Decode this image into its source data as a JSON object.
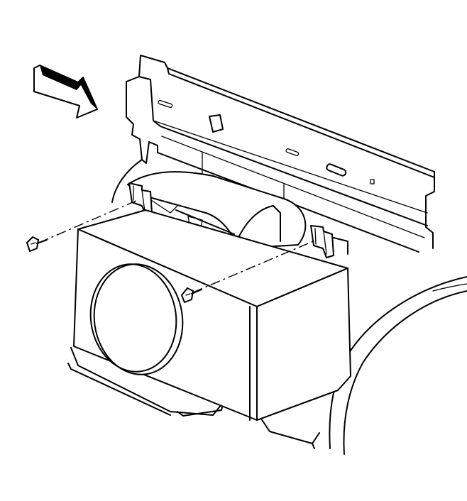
{
  "diagram": {
    "style": "line-art technical illustration",
    "line_color": "#000000",
    "background_color": "#ffffff",
    "components": [
      {
        "name": "view-direction-arrow",
        "icon": "arrow-icon"
      },
      {
        "name": "vehicle-body-panel"
      },
      {
        "name": "wheelhouse-liner"
      },
      {
        "name": "speaker-enclosure"
      },
      {
        "name": "speaker-cone"
      },
      {
        "name": "mounting-bracket-left"
      },
      {
        "name": "mounting-bracket-right"
      },
      {
        "name": "screw-left",
        "icon": "screw-icon"
      },
      {
        "name": "screw-right",
        "icon": "screw-icon"
      }
    ]
  }
}
